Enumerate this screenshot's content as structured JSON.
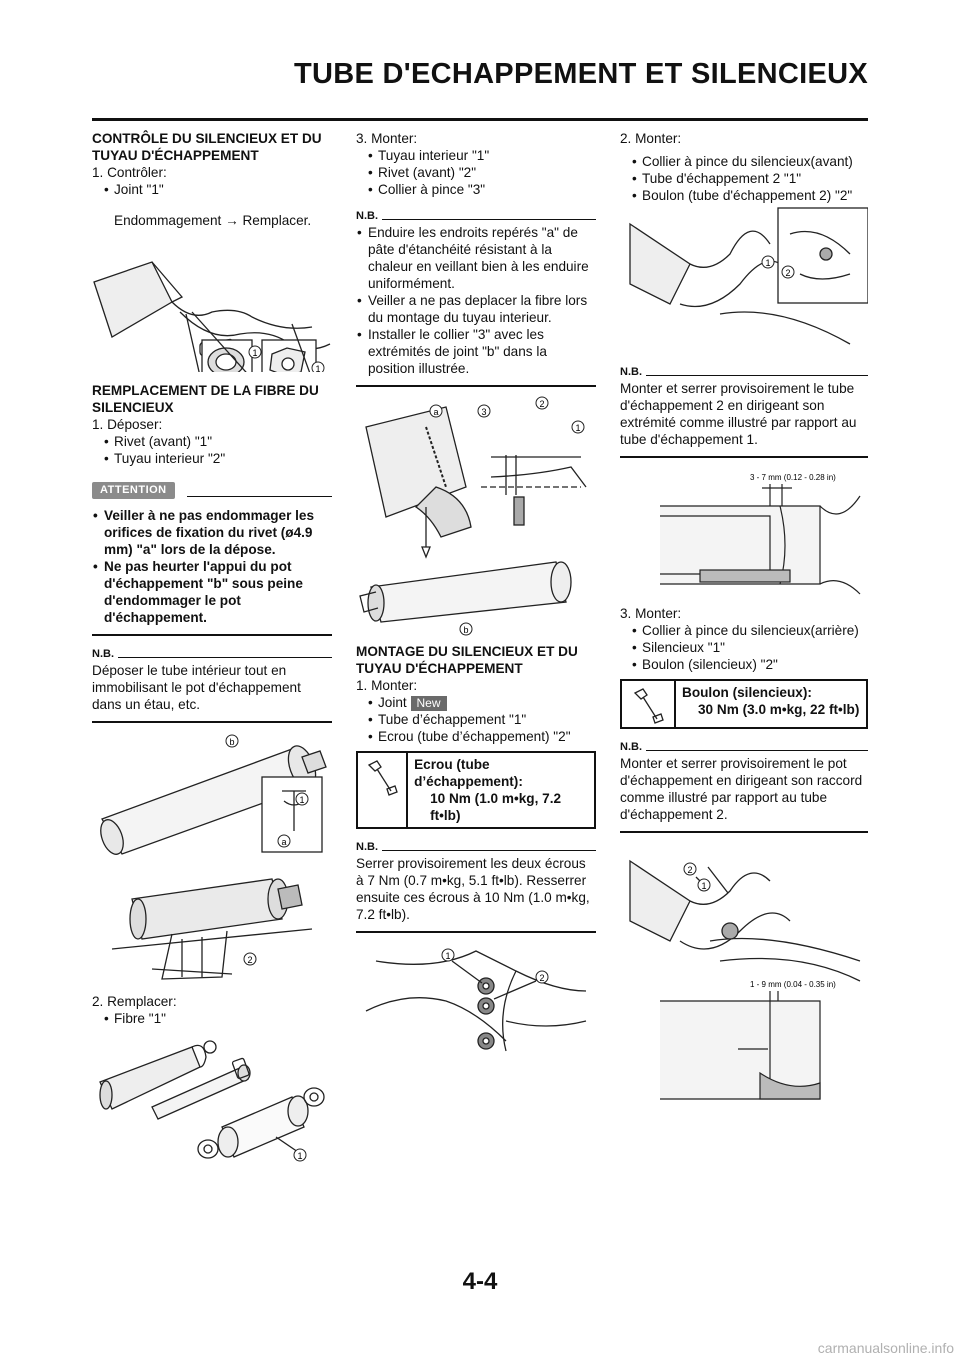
{
  "header": {
    "title": "TUBE D'ECHAPPEMENT ET SILENCIEUX"
  },
  "col1": {
    "sec1_title": "CONTRÔLE DU SILENCIEUX ET DU TUYAU D'ÉCHAPPEMENT",
    "s1_step": "1.  Contrôler:",
    "s1_item": "Joint \"1\"",
    "s1_sub": "Endommagement → Remplacer.",
    "sec2_title": "REMPLACEMENT DE LA FIBRE DU SILENCIEUX",
    "s2_step": "1.  Déposer:",
    "s2_items": [
      "Rivet (avant) \"1\"",
      "Tuyau interieur \"2\""
    ],
    "att_label": "ATTENTION",
    "att_items": [
      "Veiller à ne pas endommager les orifices de fixation du rivet (ø4.9 mm) \"a\" lors de la dépose.",
      "Ne pas heurter l'appui du pot d'échappement \"b\" sous peine d'endommager le pot d'échappement."
    ],
    "nb_label": "N.B.",
    "nb_text": "Déposer le tube intérieur tout en immobilisant le pot d'échappement dans un étau, etc.",
    "s3_step": "2.  Remplacer:",
    "s3_item": "Fibre \"1\""
  },
  "col2": {
    "s1_step": "3.  Monter:",
    "s1_items": [
      "Tuyau interieur \"1\"",
      "Rivet (avant) \"2\"",
      "Collier à pince \"3\""
    ],
    "nb_label": "N.B.",
    "nb_items": [
      "Enduire les endroits repérés \"a\" de pâte d'étanchéité résistant à la chaleur en veillant bien à les enduire uniformément.",
      "Veiller a ne pas deplacer la fibre lors du montage du tuyau interieur.",
      "Installer le collier \"3\" avec les extrémités de joint \"b\" dans la position illustrée."
    ],
    "sec_title": "MONTAGE DU SILENCIEUX ET DU TUYAU D'ÉCHAPPEMENT",
    "s2_step": "1.  Monter:",
    "s2_item1": "Joint",
    "new_badge": "New",
    "s2_items": [
      "Tube d’échappement \"1\"",
      "Ecrou (tube d’échappement) \"2\""
    ],
    "torque_name": "Ecrou (tube d’échappement):",
    "torque_value": "10 Nm (1.0 m•kg, 7.2 ft•lb)",
    "nb2_label": "N.B.",
    "nb2_text": "Serrer provisoirement les deux écrous à 7 Nm (0.7 m•kg, 5.1 ft•lb). Resserrer ensuite ces écrous à 10 Nm (1.0 m•kg, 7.2 ft•lb)."
  },
  "col3": {
    "s1_step": "2.  Monter:",
    "s1_items": [
      "Collier à pince du silencieux(avant)",
      "Tube d'échappement 2 \"1\"",
      "Boulon (tube d'échappement 2) \"2\""
    ],
    "nb_label": "N.B.",
    "nb_text": "Monter et serrer provisoirement le tube d'échappement 2 en dirigeant son extrémité comme illustré par rapport au tube d'échappement 1.",
    "dim1": "3 - 7 mm (0.12 - 0.28 in)",
    "s2_step": "3.  Monter:",
    "s2_items": [
      "Collier à pince du silencieux(arrière)",
      "Silencieux \"1\"",
      "Boulon (silencieux) \"2\""
    ],
    "torque_name": "Boulon (silencieux):",
    "torque_value": "30 Nm (3.0 m•kg, 22 ft•lb)",
    "nb2_label": "N.B.",
    "nb2_text": "Monter et serrer provisoirement le pot d'échappement en dirigeant son raccord comme illustré par rapport au tube d'échappement 2.",
    "dim2": "1 - 9 mm (0.04 - 0.35 in)"
  },
  "callouts": {
    "one": "1",
    "two": "2",
    "three": "3",
    "a": "a",
    "b": "b"
  },
  "footer": {
    "page_number": "4-4",
    "watermark": "carmanualsonline.info"
  }
}
